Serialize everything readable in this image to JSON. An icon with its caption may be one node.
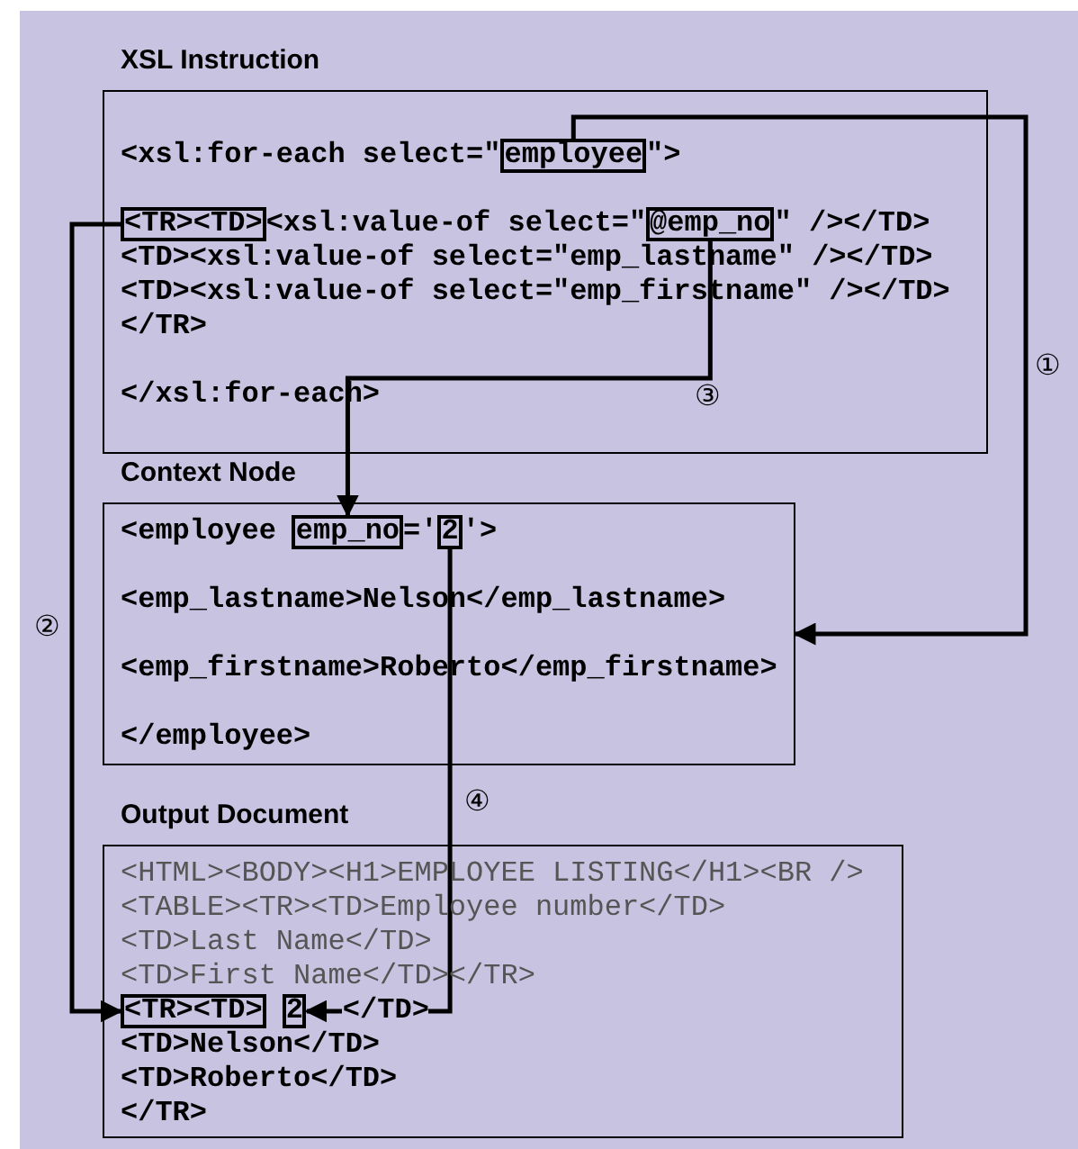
{
  "diagram": {
    "nodes": [
      {
        "text": [
          "XSL Instruction",
          "<xsl:for-each select=\"",
          "\">",
          "<xsl:value-of select=\"",
          "\" /></TD>",
          "<TD><xsl:value-of select=\"emp_lastname\" /></TD>",
          "<TD><xsl:value-of select=\"emp_firstname\" /></TD>",
          "</TR>",
          "</xsl:for-each>"
        ]
      },
      {
        "text": [
          "employee"
        ],
        "in": 0
      },
      {
        "text": [
          "<TR><TD>"
        ],
        "in": 0
      },
      {
        "text": [
          "@emp_no"
        ],
        "in": 0
      },
      {
        "text": [
          "Context Node",
          "<employee",
          "='",
          "'>",
          "<emp_lastname>Nelson</emp_lastname>",
          "<emp_firstname>Roberto</emp_firstname>",
          "</employee>"
        ]
      },
      {
        "text": [
          "emp_no"
        ],
        "in": 4
      },
      {
        "text": [
          "2"
        ],
        "in": 4
      },
      {
        "text": [
          "Output Document",
          "<HTML><BODY><H1>EMPLOYEE LISTING</H1><BR />",
          "<TABLE><TR><TD>Employee number</TD>",
          "<TD>Last Name</TD>",
          "<TD>First Name</TD></TR>",
          "</TD>",
          "<TD>Nelson</TD>",
          "<TD>Roberto</TD>",
          "</TR>"
        ]
      },
      {
        "text": [
          "<TR><TD>"
        ],
        "in": 7
      },
      {
        "text": [
          "2"
        ],
        "in": 7
      }
    ],
    "edges": [
      {
        "from": 1,
        "to": 4,
        "arrow": "to",
        "label": "①"
      },
      {
        "from": 2,
        "to": 8,
        "arrow": "to",
        "label": "②"
      },
      {
        "from": 3,
        "to": 5,
        "arrow": "to",
        "label": "③"
      },
      {
        "from": 6,
        "to": 9,
        "arrow": "to",
        "label": "④"
      }
    ]
  }
}
